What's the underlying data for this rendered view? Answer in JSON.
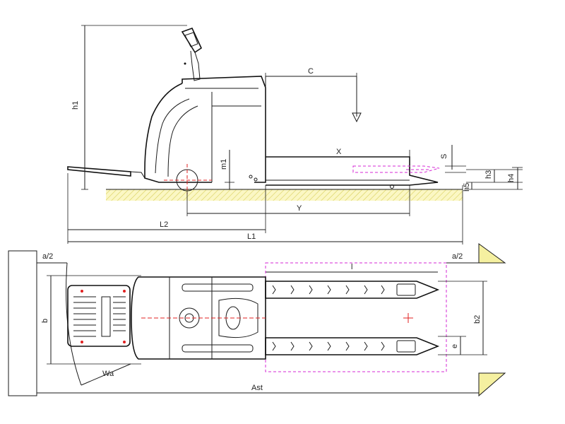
{
  "labels": {
    "h1": "h1",
    "c": "C",
    "x": "X",
    "s": "S",
    "h3": "h3",
    "h4": "h4",
    "h5": "h5",
    "m1": "m1",
    "y": "Y",
    "l2": "L2",
    "l1": "L1",
    "a2_left": "a/2",
    "a2_right": "a/2",
    "l": "l",
    "b": "b",
    "b2": "b2",
    "e": "e",
    "wa": "Wa",
    "ast": "Ast"
  },
  "colors": {
    "line": "#1a1a1a",
    "pink_dashed": "#d62ad6",
    "red_mark": "#e02020",
    "ground_hatch": "#f2ec8a",
    "corner_fill": "#f5f0a0"
  }
}
